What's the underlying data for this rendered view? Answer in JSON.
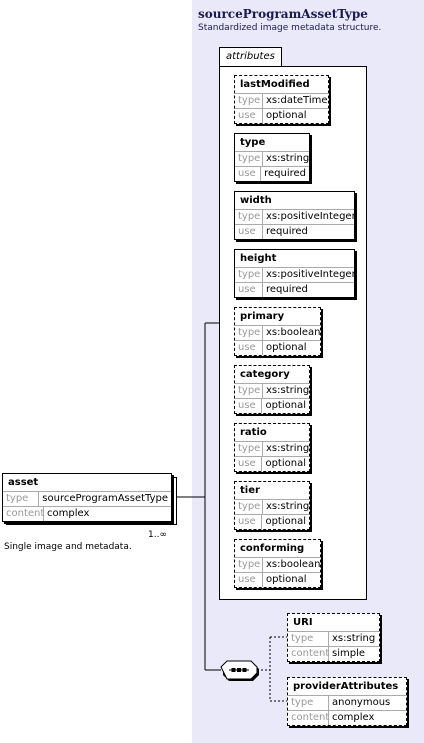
{
  "type_panel": {
    "title": "sourceProgramAssetType",
    "description": "Standardized image metadata structure.",
    "attributes_label": "attributes"
  },
  "root": {
    "name": "asset",
    "rows": [
      {
        "key": "type",
        "value": "sourceProgramAssetType"
      },
      {
        "key": "content",
        "value": "complex"
      }
    ],
    "cardinality": "1..∞",
    "note": "Single image and metadata."
  },
  "attributes": [
    {
      "name": "lastModified",
      "type_key": "type",
      "type": "xs:dateTime",
      "use_key": "use",
      "use": "optional"
    },
    {
      "name": "type",
      "type_key": "type",
      "type": "xs:string",
      "use_key": "use",
      "use": "required"
    },
    {
      "name": "width",
      "type_key": "type",
      "type": "xs:positiveInteger",
      "use_key": "use",
      "use": "required"
    },
    {
      "name": "height",
      "type_key": "type",
      "type": "xs:positiveInteger",
      "use_key": "use",
      "use": "required"
    },
    {
      "name": "primary",
      "type_key": "type",
      "type": "xs:boolean",
      "use_key": "use",
      "use": "optional"
    },
    {
      "name": "category",
      "type_key": "type",
      "type": "xs:string",
      "use_key": "use",
      "use": "optional"
    },
    {
      "name": "ratio",
      "type_key": "type",
      "type": "xs:string",
      "use_key": "use",
      "use": "optional"
    },
    {
      "name": "tier",
      "type_key": "type",
      "type": "xs:string",
      "use_key": "use",
      "use": "optional"
    },
    {
      "name": "conforming",
      "type_key": "type",
      "type": "xs:boolean",
      "use_key": "use",
      "use": "optional"
    }
  ],
  "children": [
    {
      "name": "URI",
      "rows": [
        {
          "key": "type",
          "value": "xs:string"
        },
        {
          "key": "content",
          "value": "simple"
        }
      ]
    },
    {
      "name": "providerAttributes",
      "rows": [
        {
          "key": "type",
          "value": "anonymous"
        },
        {
          "key": "content",
          "value": "complex"
        }
      ]
    }
  ]
}
